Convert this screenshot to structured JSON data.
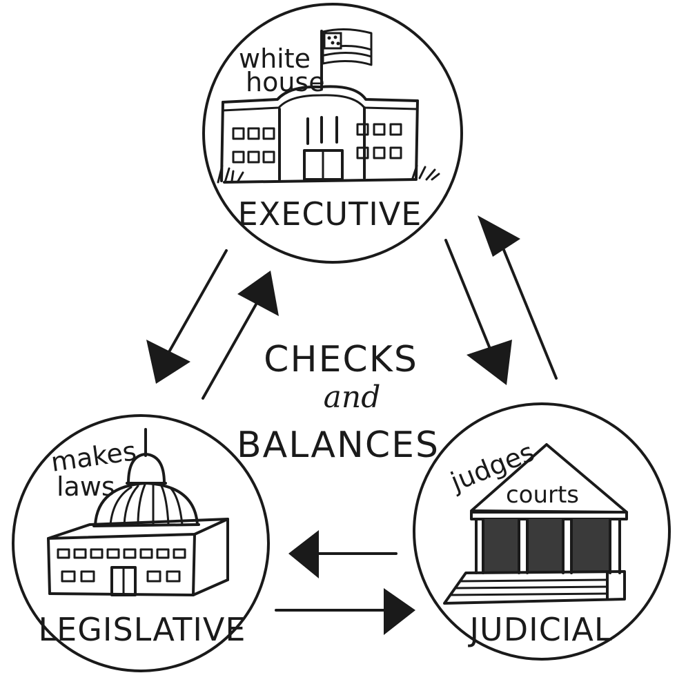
{
  "diagram": {
    "center": {
      "line1": "CHECKS",
      "line2": "and",
      "line3": "BALANCES"
    },
    "executive": {
      "label": "EXECUTIVE",
      "note_line1": "white",
      "note_line2": "house",
      "icon": "white-house-building-icon"
    },
    "legislative": {
      "label": "LEGISLATIVE",
      "note_line1": "makes",
      "note_line2": "laws",
      "icon": "capitol-building-icon"
    },
    "judicial": {
      "label": "JUDICIAL",
      "note": "judges",
      "pediment_text": "courts",
      "icon": "courthouse-icon"
    },
    "colors": {
      "ink": "#1a1a1a",
      "background": "#ffffff",
      "column_fill": "#3a3a3a"
    }
  }
}
